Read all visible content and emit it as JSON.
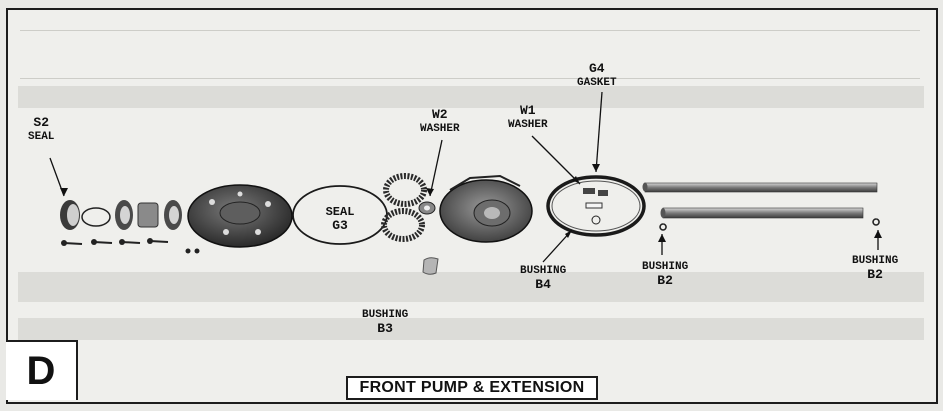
{
  "figure": {
    "panel_letter": "D",
    "caption": "FRONT PUMP & EXTENSION"
  },
  "callouts": {
    "s2": {
      "code": "S2",
      "name": "SEAL"
    },
    "w2": {
      "code": "W2",
      "name": "WASHER"
    },
    "w1": {
      "code": "W1",
      "name": "WASHER"
    },
    "g4": {
      "code": "G4",
      "name": "GASKET"
    },
    "g3": {
      "name": "SEAL",
      "code": "G3"
    },
    "b3": {
      "name": "BUSHING",
      "code": "B3"
    },
    "b4": {
      "name": "BUSHING",
      "code": "B4"
    },
    "b2_left": {
      "name": "BUSHING",
      "code": "B2"
    },
    "b2_right": {
      "name": "BUSHING",
      "code": "B2"
    }
  },
  "colors": {
    "ink": "#111111",
    "paper": "#efefec",
    "metal_dark": "#2b2b2b",
    "metal_mid": "#6d6d6d",
    "metal_light": "#b9b9b9"
  }
}
